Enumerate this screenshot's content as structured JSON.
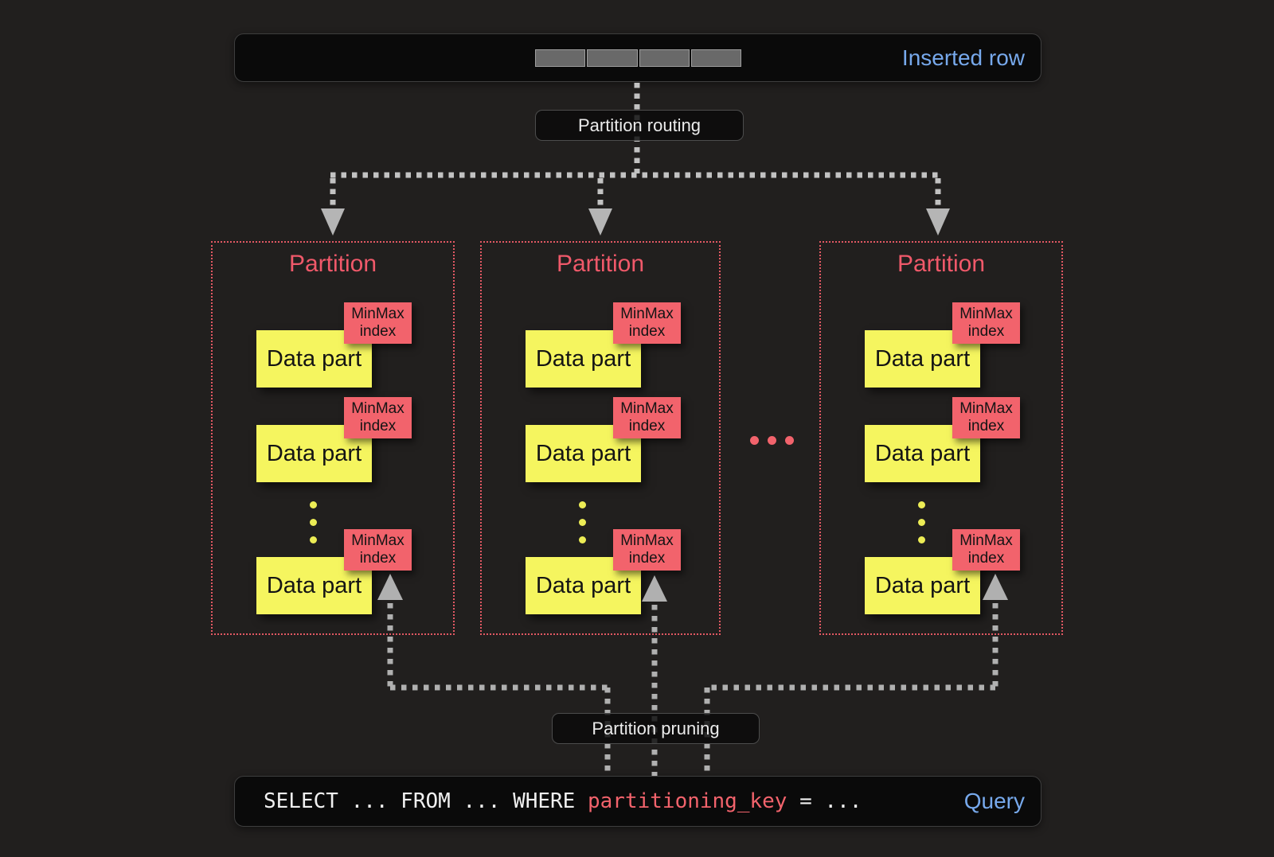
{
  "colors": {
    "accent-red": "#f2636c",
    "part-yellow": "#f5f55f",
    "link-blue": "#77a9ec",
    "arrow-gray": "#b9b9b9",
    "partition-border": "#e25863",
    "dot-yellow": "#ecec55"
  },
  "diagram": {
    "inserted_row": {
      "label": "Inserted row",
      "segment_count": 4
    },
    "routing_label": "Partition routing",
    "pruning_label": "Partition pruning",
    "partitions": [
      {
        "title": "Partition",
        "rows": [
          {
            "part": "Data part",
            "index": "MinMax index"
          },
          {
            "part": "Data part",
            "index": "MinMax index"
          },
          {
            "part": "Data part",
            "index": "MinMax index"
          }
        ]
      },
      {
        "title": "Partition",
        "rows": [
          {
            "part": "Data part",
            "index": "MinMax index"
          },
          {
            "part": "Data part",
            "index": "MinMax index"
          },
          {
            "part": "Data part",
            "index": "MinMax index"
          }
        ]
      },
      {
        "title": "Partition",
        "rows": [
          {
            "part": "Data part",
            "index": "MinMax index"
          },
          {
            "part": "Data part",
            "index": "MinMax index"
          },
          {
            "part": "Data part",
            "index": "MinMax index"
          }
        ]
      }
    ],
    "query": {
      "text_before": "SELECT ... FROM ... WHERE",
      "key": "partitioning_key",
      "text_after": "= ...",
      "label": "Query"
    }
  }
}
